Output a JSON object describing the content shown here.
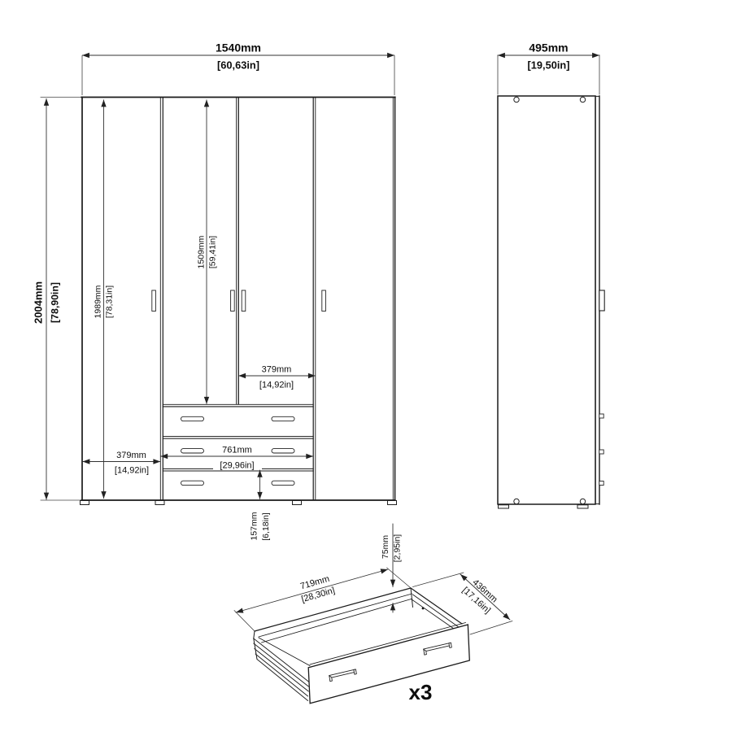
{
  "drawing": {
    "front_view": {
      "overall_width": {
        "mm": "1540mm",
        "in": "[60,63in]"
      },
      "overall_height": {
        "mm": "2004mm",
        "in": "[78,90in]"
      },
      "side_panel_height": {
        "mm": "1989mm",
        "in": "[78,31in]"
      },
      "door_height": {
        "mm": "1509mm",
        "in": "[59,41in]"
      },
      "right_door_width": {
        "mm": "379mm",
        "in": "[14,92in]"
      },
      "left_door_width": {
        "mm": "379mm",
        "in": "[14,92in]"
      },
      "drawer_width": {
        "mm": "761mm",
        "in": "[29,96in]"
      },
      "drawer_front_height": {
        "mm": "157mm",
        "in": "[6,18in]"
      }
    },
    "side_view": {
      "depth": {
        "mm": "495mm",
        "in": "[19,50in]"
      }
    },
    "drawer_detail": {
      "inner_width": {
        "mm": "719mm",
        "in": "[28,30in]"
      },
      "inner_depth": {
        "mm": "436mm",
        "in": "[17,16in]"
      },
      "inner_height": {
        "mm": "75mm",
        "in": "[2,95in]"
      },
      "quantity": "x3"
    },
    "colors": {
      "outline": "#1a1a1a",
      "dimension_line": "#333333",
      "background": "#ffffff"
    }
  }
}
